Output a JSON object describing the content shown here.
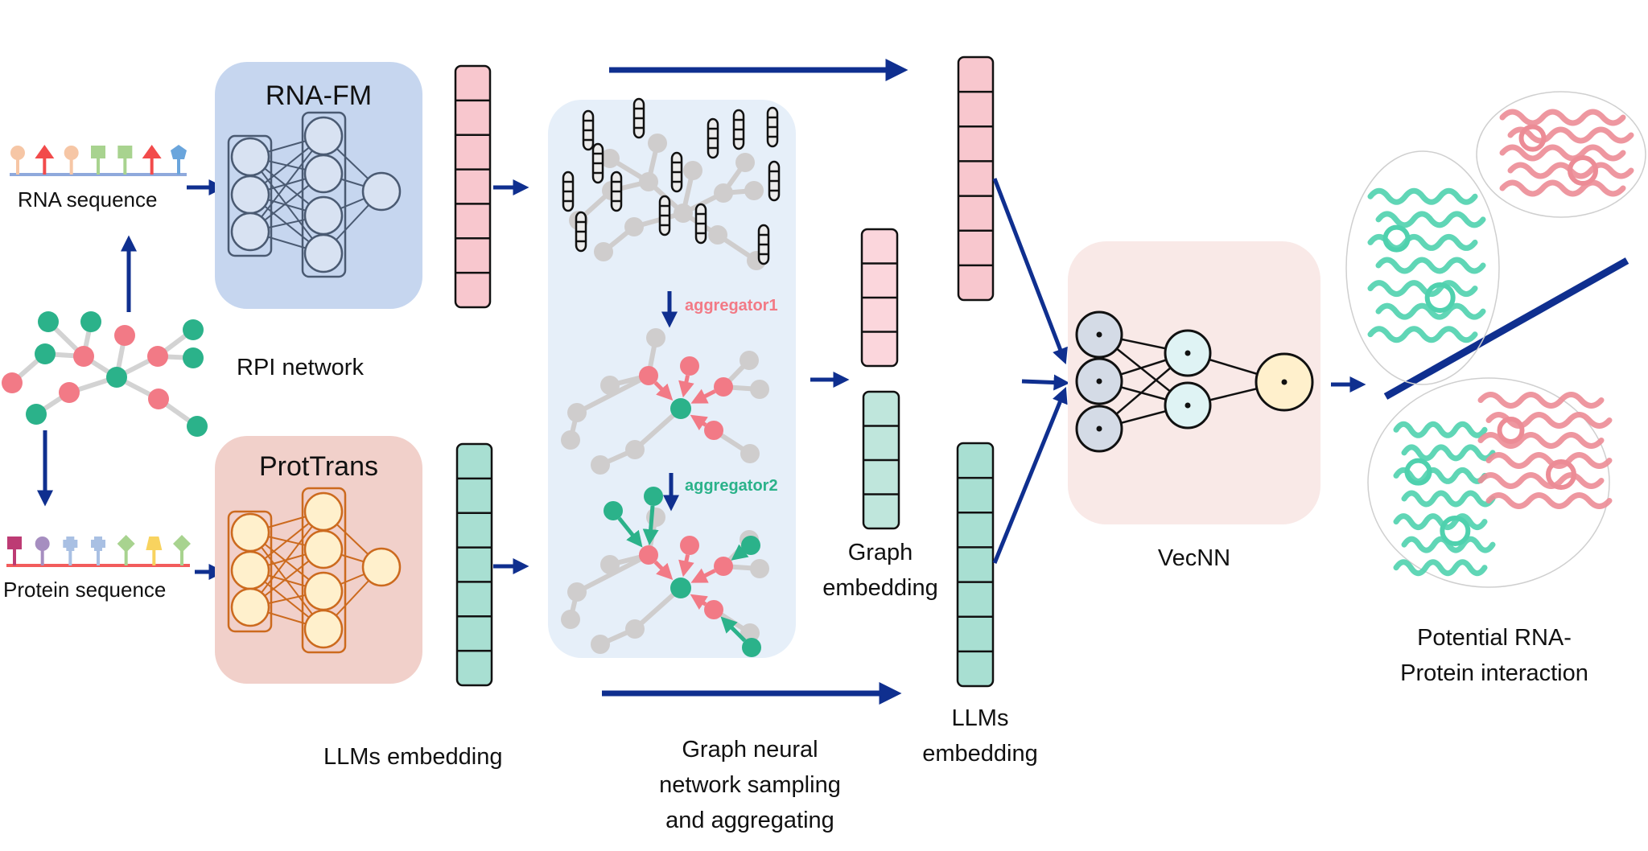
{
  "colors": {
    "arrow": "#0f2f8f",
    "rna_red": "#f27a86",
    "protein_green": "#2bb28a",
    "gray_node": "#cfcdcd",
    "rna_box_bg": "#c6d6ef",
    "prot_box_bg": "#f1d0ca",
    "gnn_box_bg": "#e6eff9",
    "vecnn_box_bg": "#f9e9e7",
    "pink_vec": "#f8c7ce",
    "teal_vec": "#a8dfd2"
  },
  "labels": {
    "rna_sequence": "RNA sequence",
    "protein_sequence": "Protein sequence",
    "rpi_network": "RPI network",
    "rna_fm": "RNA-FM",
    "prottrans": "ProtTrans",
    "llms_embedding_left": "LLMs embedding",
    "aggregator1": "aggregator1",
    "aggregator2": "aggregator2",
    "gnn_line1": "Graph neural",
    "gnn_line2": "network sampling",
    "gnn_line3": "and aggregating",
    "graph_embedding_line1": "Graph",
    "graph_embedding_line2": "embedding",
    "llms_embedding_right_line1": "LLMs",
    "llms_embedding_right_line2": "embedding",
    "vecnn": "VecNN",
    "output_line1": "Potential RNA-",
    "output_line2": "Protein interaction"
  },
  "rna_sequence_glyphs": [
    "circle-peach",
    "triangle-red",
    "circle-peach",
    "square-green",
    "square-green",
    "triangle-red",
    "pentagon-blue"
  ],
  "protein_sequence_glyphs": [
    "square-magenta",
    "circle-purple",
    "cross-lightblue",
    "cross-lightblue",
    "diamond-green",
    "trapezoid-yellow",
    "diamond-green"
  ],
  "vectors": {
    "rna_llm_cells": 7,
    "protein_llm_cells": 7,
    "graph_rna_cells": 4,
    "graph_protein_cells": 4,
    "right_rna_cells": 7,
    "right_protein_cells": 7
  },
  "vecnn_layers": [
    3,
    2,
    1
  ]
}
